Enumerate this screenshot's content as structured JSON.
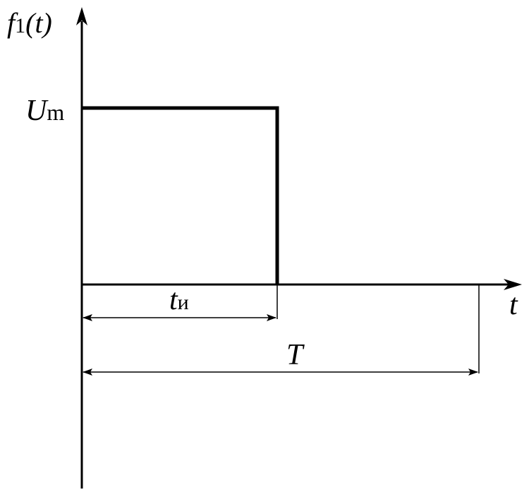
{
  "diagram": {
    "y_axis_label": {
      "main": "f",
      "sub": "1",
      "arg": "(t)"
    },
    "x_axis_label": "t",
    "amplitude_label": {
      "main": "U",
      "sub": "m"
    },
    "pulse_width_label": {
      "main": "t",
      "sub": "и"
    },
    "period_label": "T",
    "colors": {
      "stroke": "#000000",
      "background": "#ffffff"
    }
  }
}
